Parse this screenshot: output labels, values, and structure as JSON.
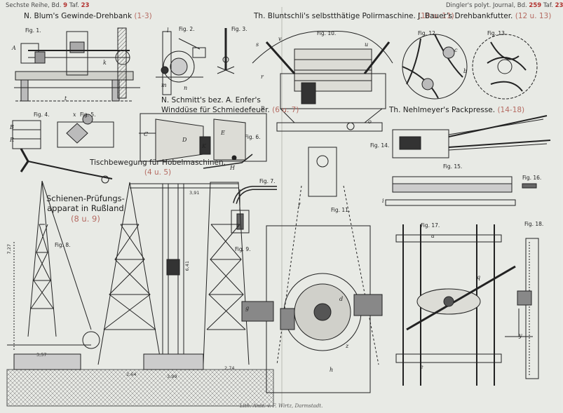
{
  "header": {
    "left_series": "Sechste Reihe, Bd.",
    "left_vol": "9",
    "left_taf_label": "Taf.",
    "left_taf": "23",
    "right_journal": "Dingler's polyt. Journal, Bd.",
    "right_vol": "259",
    "right_taf_label": "Taf.",
    "right_taf": "23"
  },
  "sections": {
    "blum": {
      "title": "N. Blum's Gewinde-Drehbank",
      "figs": "(1-3)"
    },
    "bluntschli": {
      "title": "Th. Bluntschli's selbstthätige Polirmaschine.",
      "figs": "(10 u. 11)"
    },
    "bauer": {
      "title": "J. Bauer's Drehbankfutter.",
      "figs": "(12 u. 13)"
    },
    "schmitt": {
      "title_line1": "N. Schmitt's bez. A. Enfer's",
      "title_line2": "Winddüse für Schmiedefeuer.",
      "figs": "(6 u. 7)"
    },
    "nehlmeyer": {
      "title": "Th. Nehlmeyer's Packpresse.",
      "figs": "(14-18)"
    },
    "tisch": {
      "title": "Tischbewegung für Hobelmaschinen.",
      "figs": "(4 u. 5)"
    },
    "schienen": {
      "line1": "Schienen-Prüfungs-",
      "line2": "apparat in Rußland",
      "figs": "(8 u. 9)"
    }
  },
  "figures": {
    "f1": "Fig. 1.",
    "f2": "Fig. 2.",
    "f3": "Fig. 3.",
    "f4": "Fig. 4.",
    "f5": "Fig. 5.",
    "f6": "Fig. 6.",
    "f7": "Fig. 7.",
    "f8": "Fig. 8.",
    "f9": "Fig. 9.",
    "f10": "Fig. 10.",
    "f11": "Fig. 11.",
    "f12": "Fig. 12.",
    "f13": "Fig. 13.",
    "f14": "Fig. 14.",
    "f15": "Fig. 15.",
    "f16": "Fig. 16.",
    "f17": "Fig. 17.",
    "f18": "Fig. 18."
  },
  "dimensions": {
    "d1": "3,91",
    "d2": "6,41",
    "d3": "7,27",
    "d4": "3,57",
    "d5": "2,74",
    "d6": "3,99",
    "d7": "2,64"
  },
  "letters": [
    "A",
    "l",
    "t",
    "k",
    "m",
    "n",
    "s",
    "f",
    "r",
    "p",
    "o",
    "g",
    "b",
    "c",
    "D",
    "E",
    "K",
    "H",
    "C",
    "a",
    "d",
    "i",
    "e",
    "x",
    "B",
    "R",
    "y",
    "q",
    "z",
    "u",
    "h",
    "v"
  ],
  "footer": "Lith. Anst. v. F. Wirtz, Darmstadt."
}
